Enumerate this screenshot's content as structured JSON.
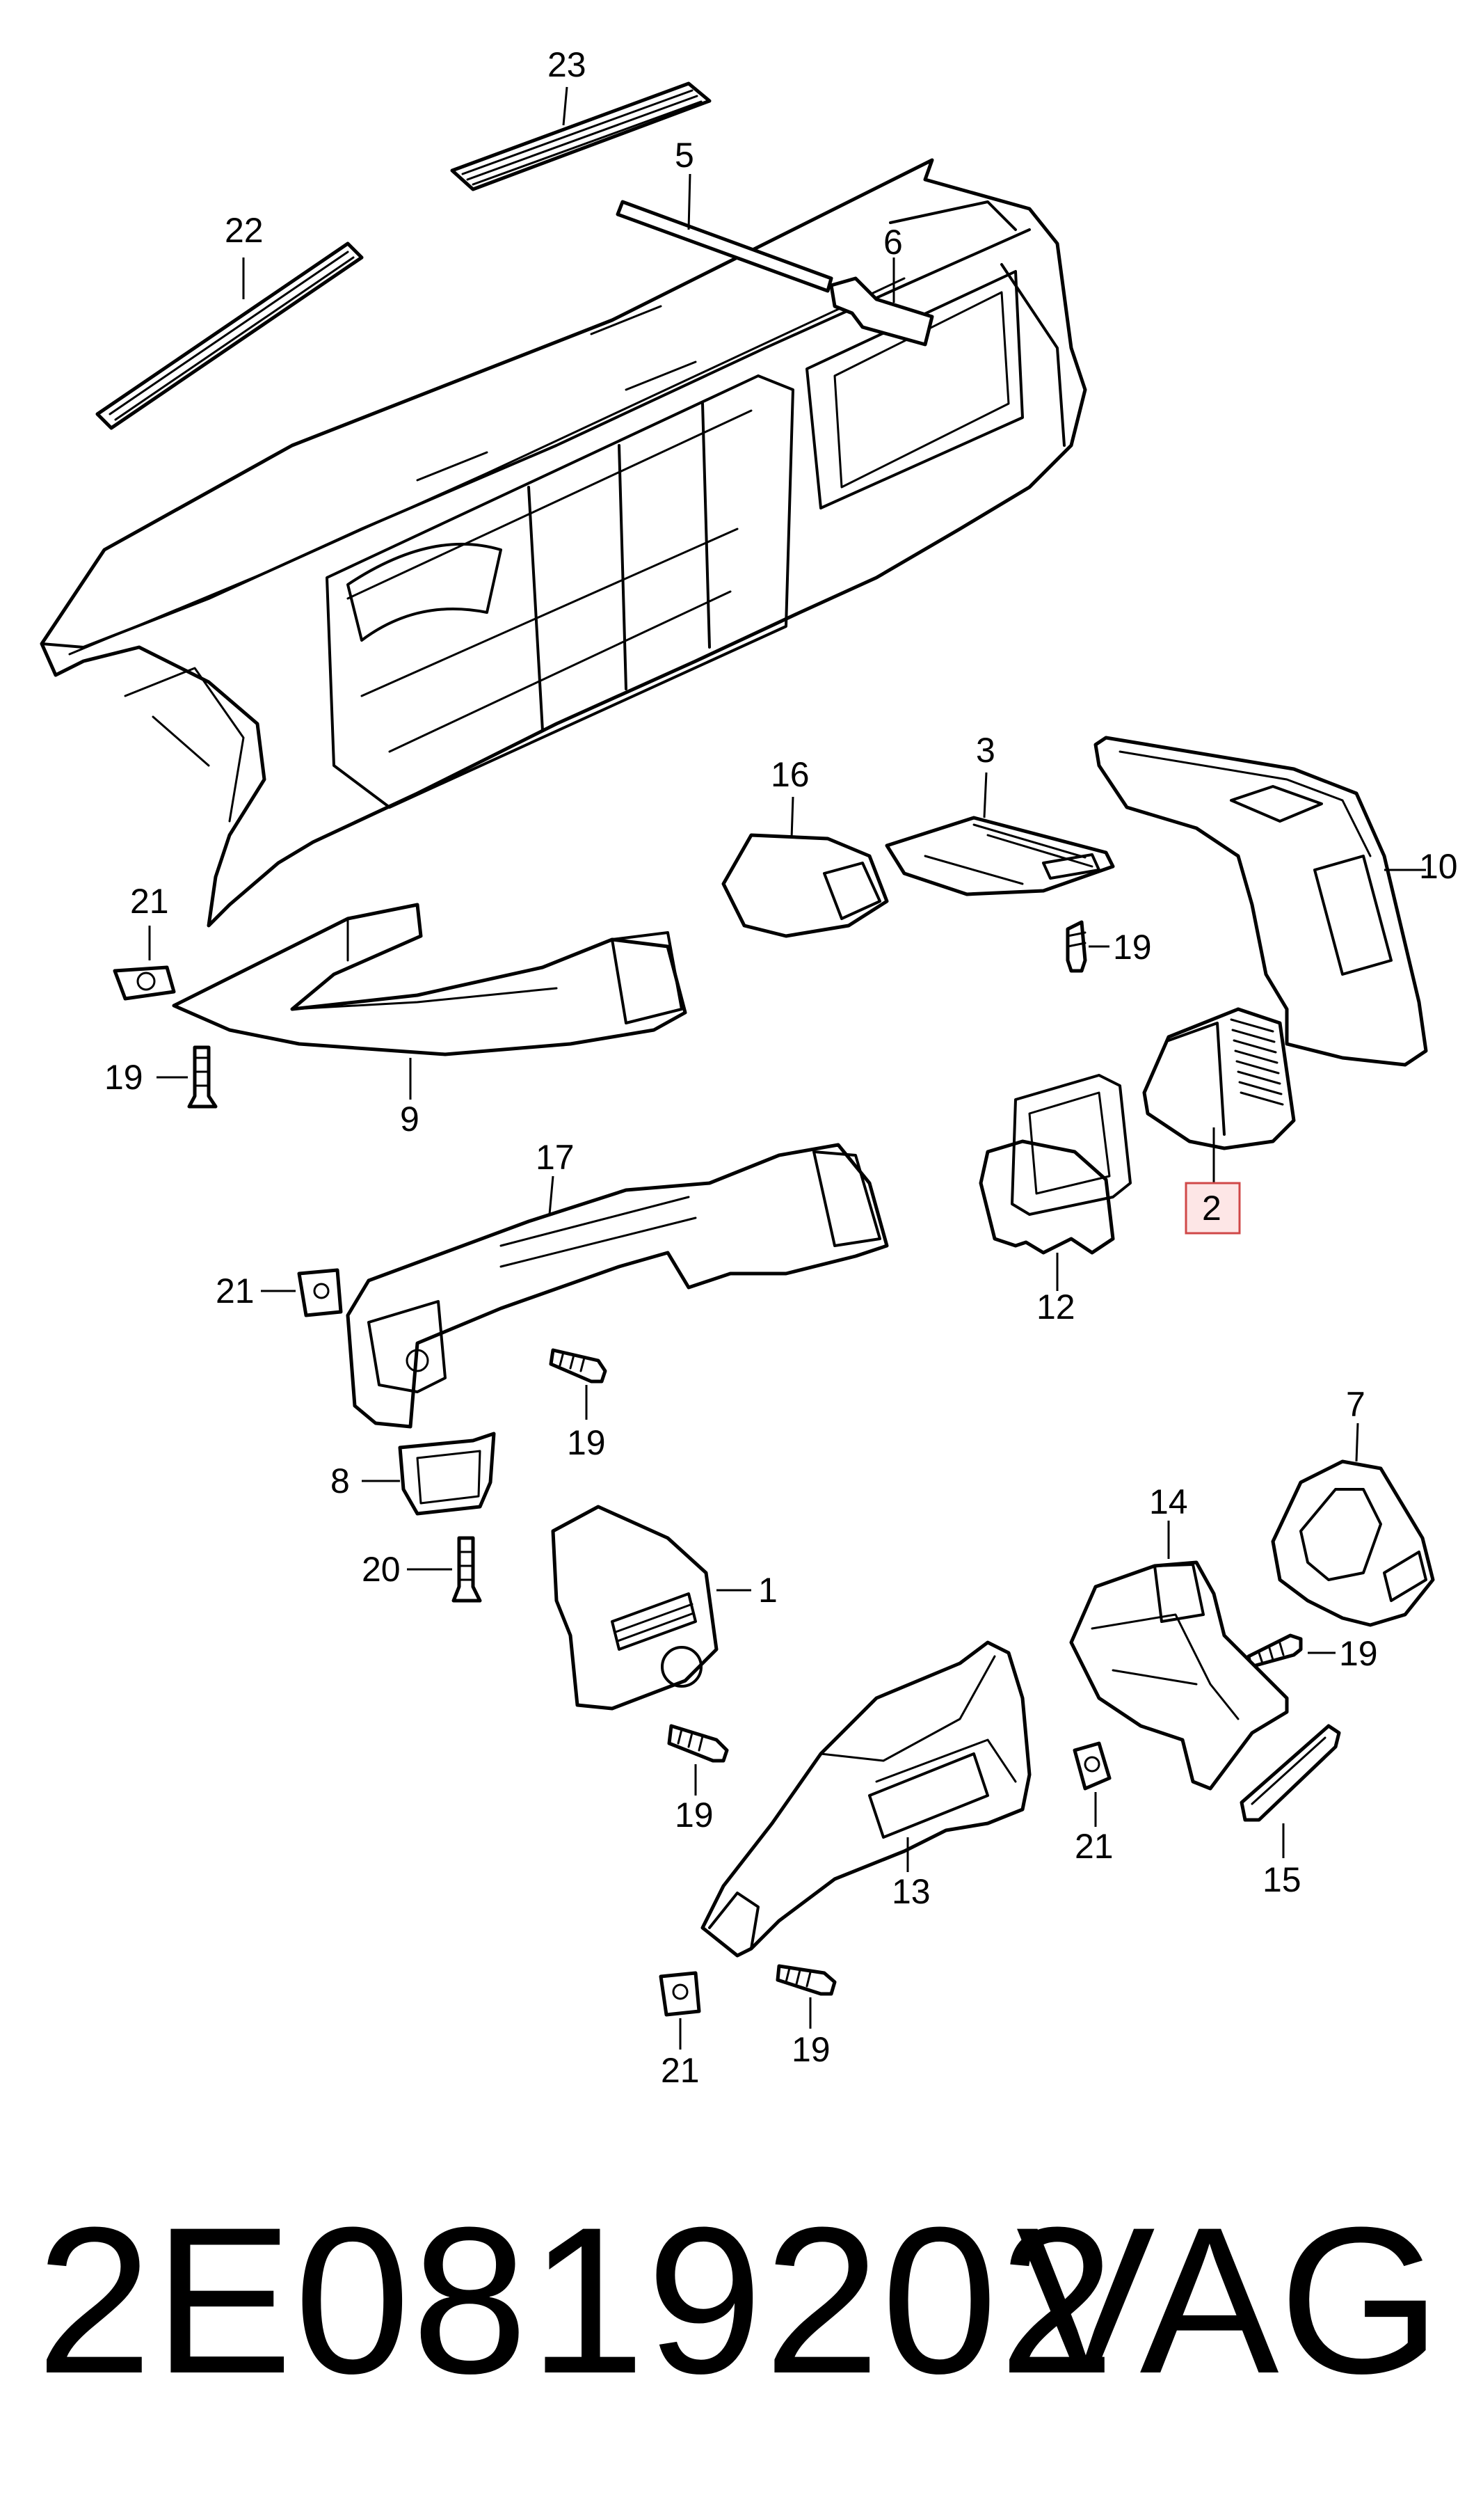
{
  "callouts": {
    "c1": "1",
    "c2": "2",
    "c3": "3",
    "c5": "5",
    "c6": "6",
    "c7": "7",
    "c8": "8",
    "c9": "9",
    "c10": "10",
    "c12": "12",
    "c13": "13",
    "c14": "14",
    "c15": "15",
    "c16": "16",
    "c17": "17",
    "c19a": "19",
    "c19b": "19",
    "c19c": "19",
    "c19d": "19",
    "c19e": "19",
    "c19f": "19",
    "c20": "20",
    "c21a": "21",
    "c21b": "21",
    "c21c": "21",
    "c21d": "21",
    "c22": "22",
    "c23": "23"
  },
  "highlighted_part": "2",
  "highlight_color": "#d04848",
  "footer": {
    "part_number": "2E0819202",
    "brand": "VAG"
  }
}
